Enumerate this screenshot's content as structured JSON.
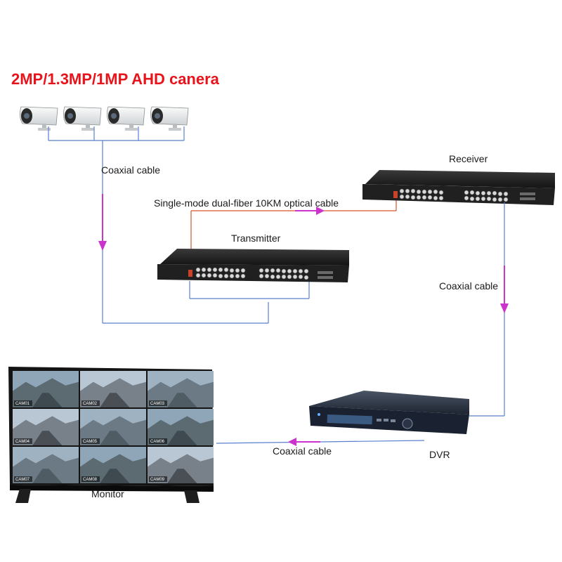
{
  "title": "2MP/1.3MP/1MP AHD canera",
  "labels": {
    "coax_1": "Coaxial cable",
    "fiber": "Single-mode dual-fiber 10KM optical cable",
    "receiver": "Receiver",
    "transmitter": "Transmitter",
    "coax_2": "Coaxial cable",
    "coax_3": "Coaxial cable",
    "dvr": "DVR",
    "monitor": "Monitor"
  },
  "monitor_tiles": [
    "CAM01",
    "CAM02",
    "CAM03",
    "CAM04",
    "CAM05",
    "CAM06",
    "CAM07",
    "CAM08",
    "CAM09"
  ],
  "colors": {
    "title": "#e8141b",
    "coax_line": "#5a7fd0",
    "fiber_line": "#d8542b",
    "arrow": "#cc33cc",
    "device": "#1c1c1c"
  }
}
